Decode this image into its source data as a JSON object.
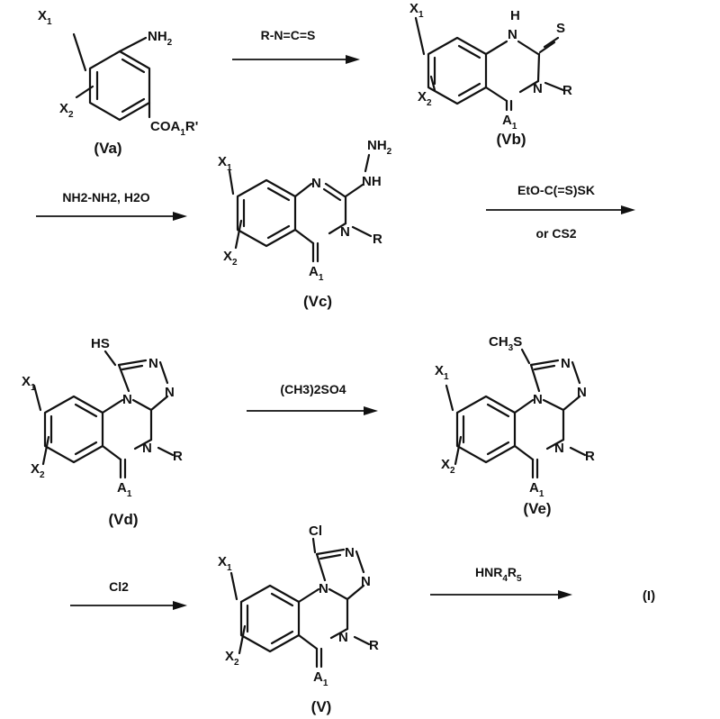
{
  "compounds": {
    "va": {
      "label": "(Va)",
      "x1": "X",
      "x1_sub": "1",
      "x2": "X",
      "x2_sub": "2",
      "nh2": "NH",
      "nh2_sub": "2",
      "coa": "COA",
      "coa_sub": "1",
      "coa_tail": "R'"
    },
    "vb": {
      "label": "(Vb)",
      "x1": "X",
      "x1_sub": "1",
      "x2": "X",
      "x2_sub": "2",
      "h": "H",
      "n_top": "N",
      "s": "S",
      "n_r": "N",
      "r": "R",
      "a": "A",
      "a_sub": "1"
    },
    "vc": {
      "label": "(Vc)",
      "x1": "X",
      "x1_sub": "1",
      "x2": "X",
      "x2_sub": "2",
      "n_ring": "N",
      "nh": "NH",
      "nh2": "NH",
      "nh2_sub": "2",
      "n_r": "N",
      "r": "R",
      "a": "A",
      "a_sub": "1"
    },
    "vd": {
      "label": "(Vd)",
      "x1": "X",
      "x1_sub": "1",
      "x2": "X",
      "x2_sub": "2",
      "hs": "HS",
      "n1": "N",
      "n2": "N",
      "n3": "N",
      "n4": "N",
      "r": "R",
      "a": "A",
      "a_sub": "1"
    },
    "ve": {
      "label": "(Ve)",
      "x1": "X",
      "x1_sub": "1",
      "x2": "X",
      "x2_sub": "2",
      "ch3s": "CH",
      "ch3s_sub": "3",
      "ch3s_tail": "S",
      "n1": "N",
      "n2": "N",
      "n3": "N",
      "n4": "N",
      "r": "R",
      "a": "A",
      "a_sub": "1"
    },
    "v": {
      "label": "(V)",
      "x1": "X",
      "x1_sub": "1",
      "x2": "X",
      "x2_sub": "2",
      "cl": "Cl",
      "n1": "N",
      "n2": "N",
      "n3": "N",
      "n4": "N",
      "r": "R",
      "a": "A",
      "a_sub": "1"
    },
    "i": {
      "label": "(I)"
    }
  },
  "reagents": {
    "step1": "R-N=C=S",
    "step2": "NH2-NH2, H2O",
    "step3_line1": "EtO-C(=S)SK",
    "step3_line2": "or CS2",
    "step4": "(CH3)2SO4",
    "step5": "Cl2",
    "step6": "HNR",
    "step6_sub1": "4",
    "step6_mid": "R",
    "step6_sub2": "5"
  }
}
